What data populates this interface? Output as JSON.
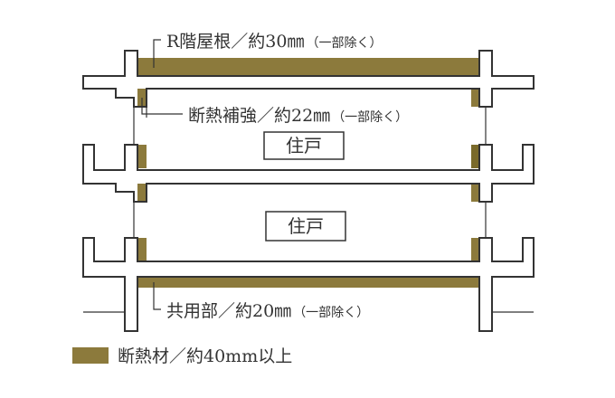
{
  "colors": {
    "insulation": "#8c7a3c",
    "insulation_dark": "#7a6a2a",
    "line": "#333333"
  },
  "labels": {
    "roof": {
      "main": "R階屋根／約30㎜",
      "sub": "（一部除く）"
    },
    "reinforce": {
      "main": "断熱補強／約22㎜",
      "sub": "（一部除く）"
    },
    "common": {
      "main": "共用部／約20㎜",
      "sub": "（一部除く）"
    }
  },
  "units": [
    "住戸",
    "住戸"
  ],
  "legend": {
    "text": "断熱材／約40mm以上"
  }
}
